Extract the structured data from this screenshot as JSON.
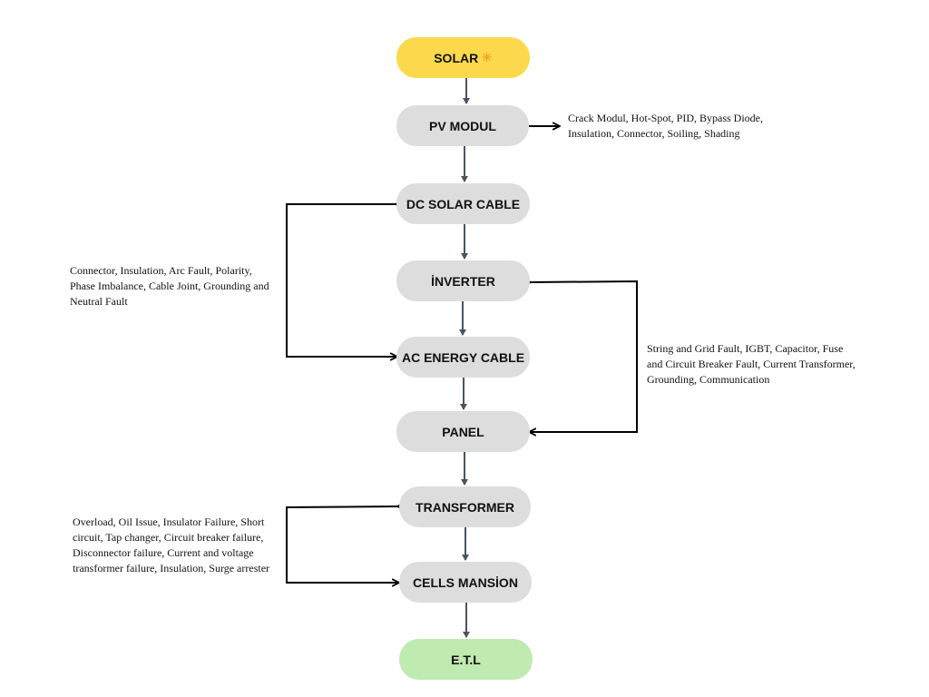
{
  "colors": {
    "node_gray": "#dddddd",
    "node_solar": "#fcd94c",
    "node_end": "#bfeab0",
    "flow_arrow": "#4a5560",
    "loop_arrow": "#000000"
  },
  "nodes": {
    "solar": {
      "label": "SOLAR",
      "icon": "sun-icon",
      "icon_glyph": "☀"
    },
    "pv_modul": {
      "label": "PV MODUL"
    },
    "dc_solar_cable": {
      "label": "DC SOLAR CABLE"
    },
    "inverter": {
      "label": "İNVERTER"
    },
    "ac_energy_cable": {
      "label": "AC ENERGY CABLE"
    },
    "panel": {
      "label": "PANEL"
    },
    "transformer": {
      "label": "TRANSFORMER"
    },
    "cells_mansion": {
      "label": "CELLS MANSİON"
    },
    "etl": {
      "label": "E.T.L"
    }
  },
  "notes": {
    "pv_modul": {
      "lines": [
        "Crack Modul, Hot-Spot, PID, Bypass Diode,",
        "Insulation, Connector, Soiling, Shading"
      ]
    },
    "cables": {
      "lines": [
        "Connector, Insulation, Arc Fault, Polarity,",
        "Phase Imbalance, Cable Joint, Grounding and",
        "Neutral Fault"
      ]
    },
    "inverter_panel": {
      "lines": [
        "String and Grid Fault, IGBT, Capacitor, Fuse",
        "and Circuit Breaker Fault, Current Transformer,",
        "Grounding, Communication"
      ]
    },
    "transformer_cells": {
      "lines": [
        "Overload, Oil Issue, Insulator Failure, Short",
        "circuit, Tap changer, Circuit breaker failure,",
        "Disconnector failure, Current and voltage",
        "transformer failure, Insulation, Surge arrester"
      ]
    }
  }
}
